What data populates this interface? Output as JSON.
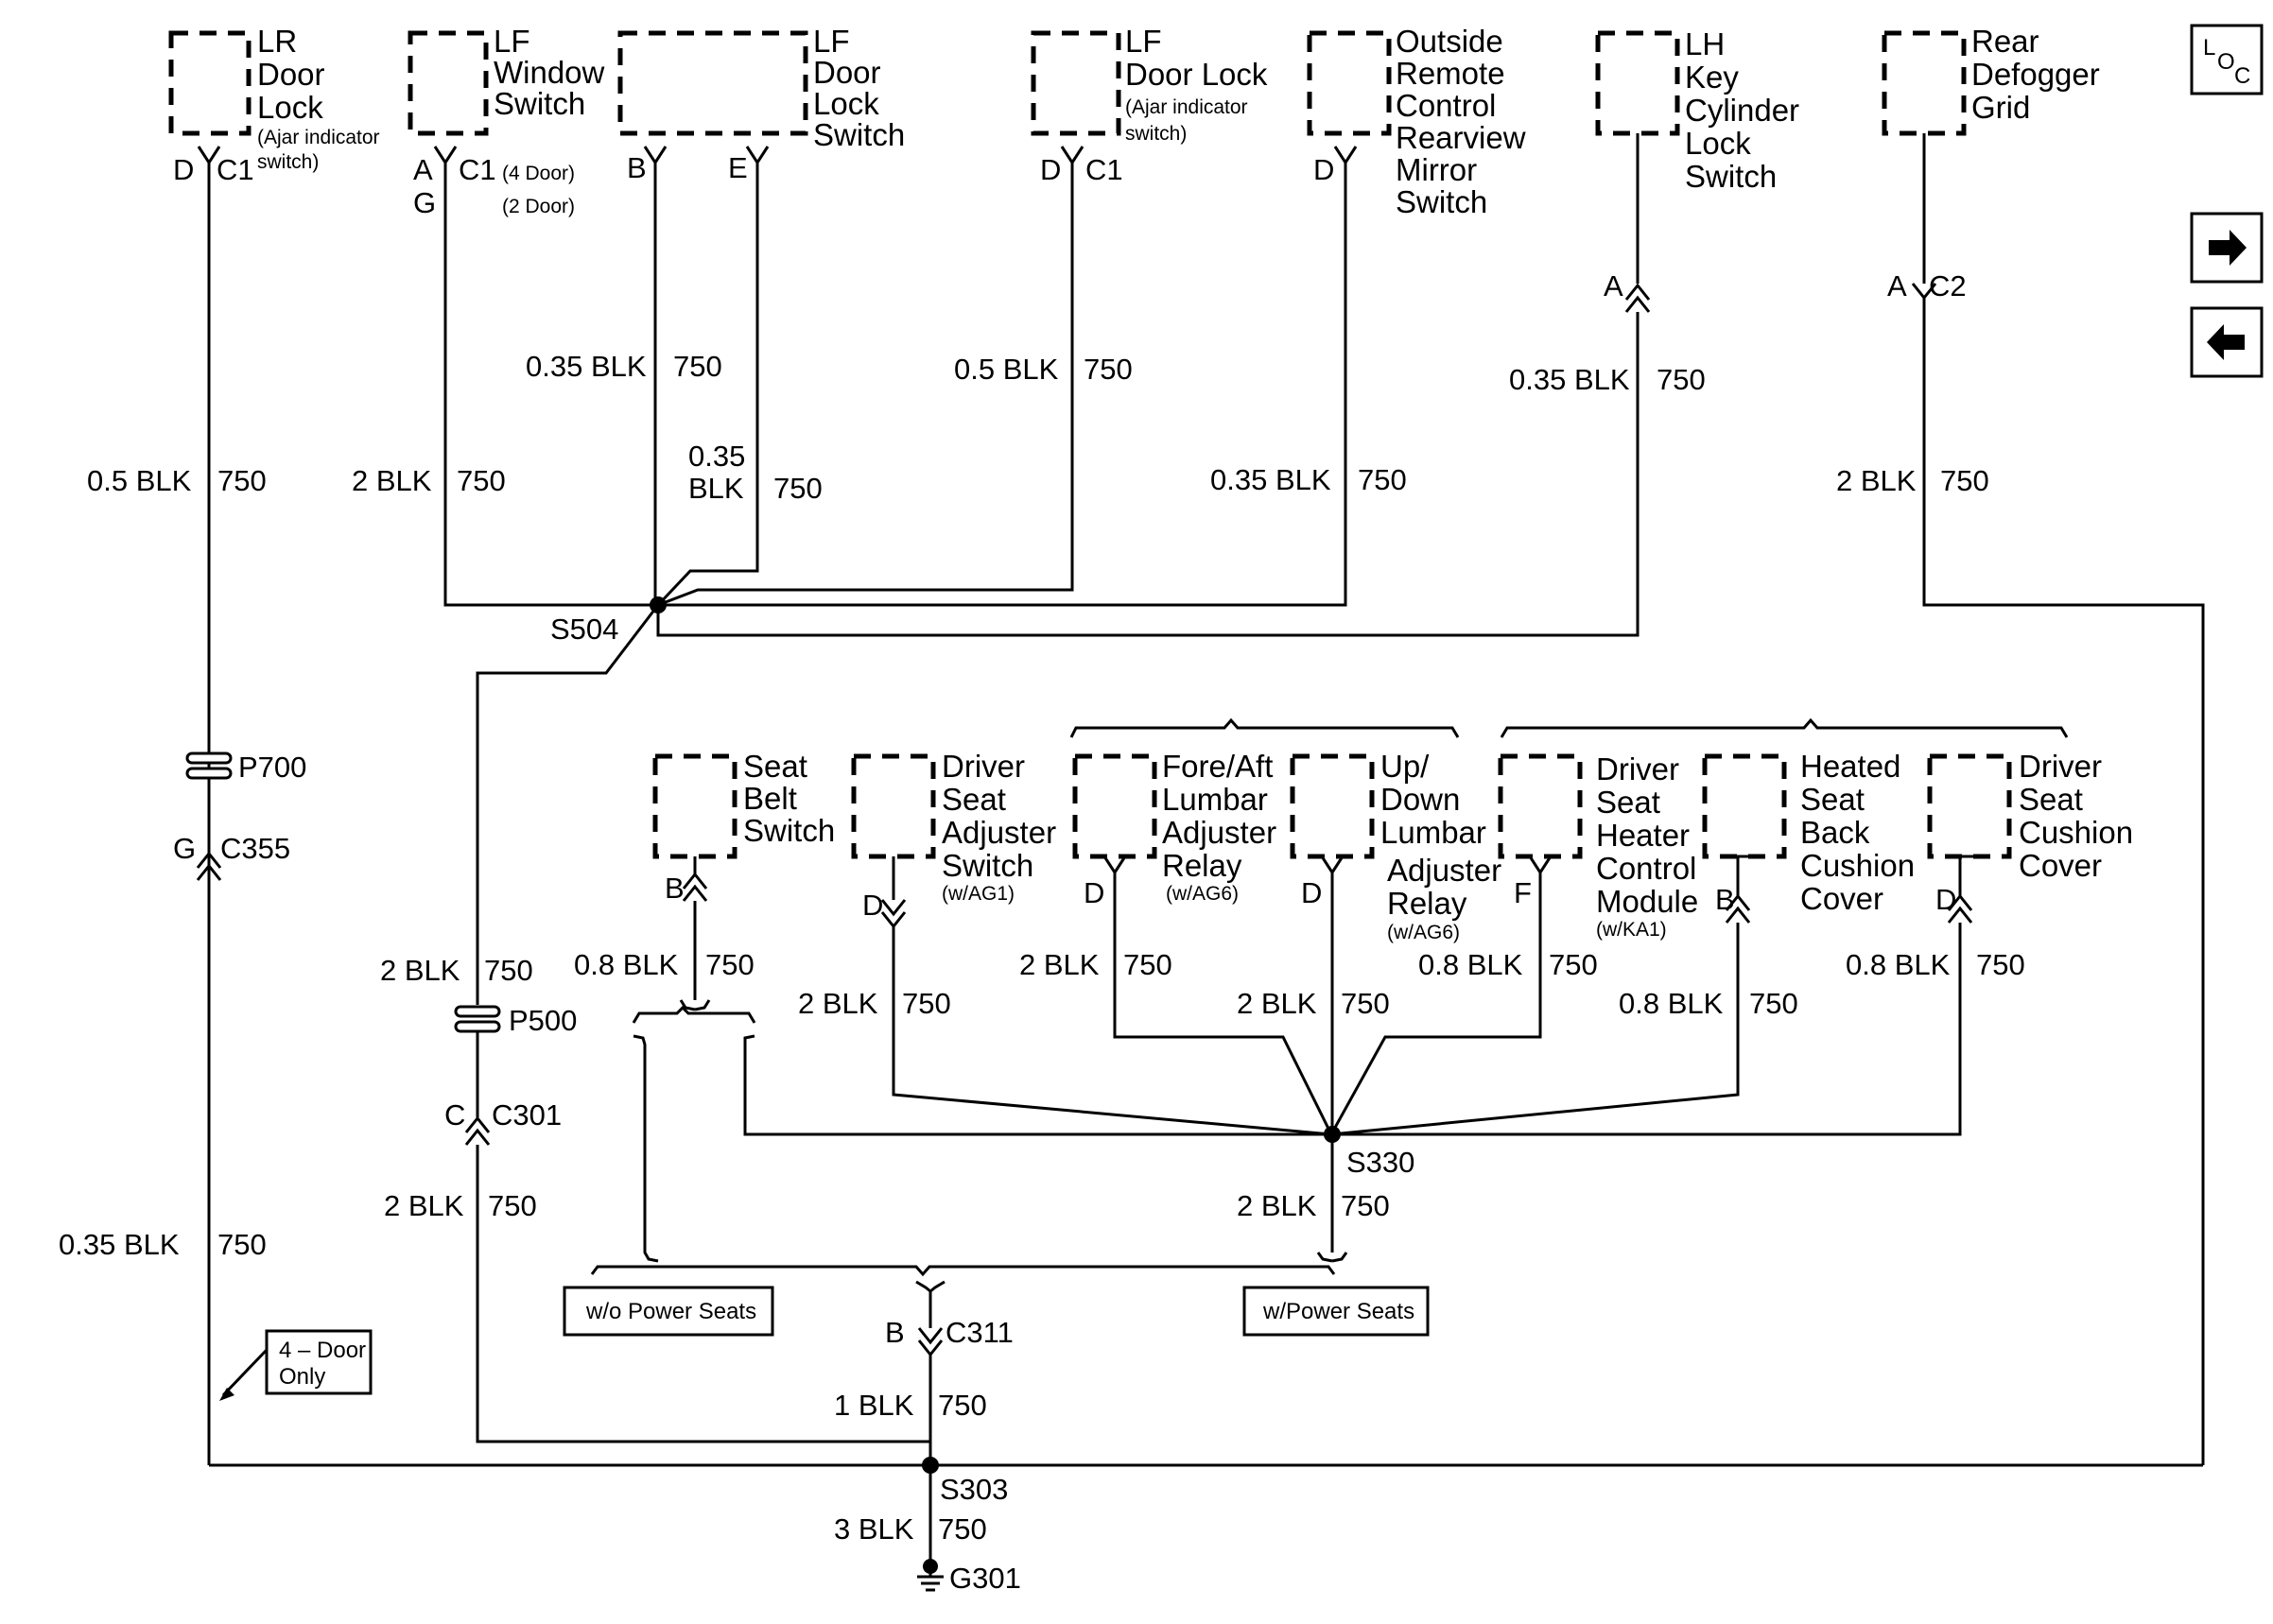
{
  "components": {
    "lr_door_lock": {
      "lines": [
        "LR",
        "Door",
        "Lock"
      ],
      "note": [
        "(Ajar indicator",
        "switch)"
      ]
    },
    "lf_window_switch": {
      "lines": [
        "LF",
        "Window",
        "Switch"
      ]
    },
    "lf_door_lock_switch": {
      "lines": [
        "LF",
        "Door",
        "Lock",
        "Switch"
      ]
    },
    "lf_door_lock": {
      "lines": [
        "LF",
        "Door Lock"
      ],
      "note": [
        "(Ajar indicator",
        "switch)"
      ]
    },
    "outside_mirror_switch": {
      "lines": [
        "Outside",
        "Remote",
        "Control",
        "Rearview",
        "Mirror",
        "Switch"
      ]
    },
    "lh_key_cylinder": {
      "lines": [
        "LH",
        "Key",
        "Cylinder",
        "Lock",
        "Switch"
      ]
    },
    "rear_defogger": {
      "lines": [
        "Rear",
        "Defogger",
        "Grid"
      ]
    },
    "seat_belt_switch": {
      "lines": [
        "Seat",
        "Belt",
        "Switch"
      ]
    },
    "driver_seat_adjuster": {
      "lines": [
        "Driver",
        "Seat",
        "Adjuster",
        "Switch"
      ],
      "note": [
        "(w/AG1)"
      ]
    },
    "fore_aft_lumbar": {
      "lines": [
        "Fore/Aft",
        "Lumbar",
        "Adjuster",
        "Relay"
      ],
      "note": [
        "(w/AG6)"
      ]
    },
    "up_down_lumbar": {
      "lines": [
        "Up/",
        "Down",
        "Lumbar",
        "Adjuster",
        "Relay"
      ],
      "note": [
        "(w/AG6)"
      ]
    },
    "seat_heater_module": {
      "lines": [
        "Driver",
        "Seat",
        "Heater",
        "Control",
        "Module"
      ],
      "note": [
        "(w/KA1)"
      ]
    },
    "heated_seat_back": {
      "lines": [
        "Heated",
        "Seat",
        "Back",
        "Cushion",
        "Cover"
      ]
    },
    "driver_seat_cushion": {
      "lines": [
        "Driver",
        "Seat",
        "Cushion",
        "Cover"
      ]
    }
  },
  "pins": {
    "d": "D",
    "a": "A",
    "b": "B",
    "e": "E",
    "f": "F",
    "g": "G",
    "c": "C",
    "c1": "C1",
    "c2": "C2",
    "c355": "C355",
    "c301": "C301",
    "c311": "C311",
    "four_door": "(4 Door)",
    "two_door": "(2 Door)"
  },
  "wire_labels": {
    "b05": "0.5 BLK",
    "b035": "0.35 BLK",
    "b2": "2 BLK",
    "b08": "0.8 BLK",
    "b1": "1 BLK",
    "b3": "3 BLK",
    "b035_a": "0.35",
    "b035_b": "BLK",
    "circuit": "750",
    "b035_sp": "0.35  BLK"
  },
  "splices": {
    "s504": "S504",
    "s330": "S330",
    "s303": "S303",
    "p700": "P700",
    "p500": "P500",
    "g301": "G301"
  },
  "option_boxes": {
    "wo_power": "w/o Power Seats",
    "w_power": "w/Power Seats",
    "four_door_only": [
      "4 – Door",
      "Only"
    ]
  },
  "nav": {
    "loc": [
      "L",
      "O",
      "C"
    ],
    "forward_icon": "arrow-right-icon",
    "back_icon": "arrow-left-icon"
  }
}
